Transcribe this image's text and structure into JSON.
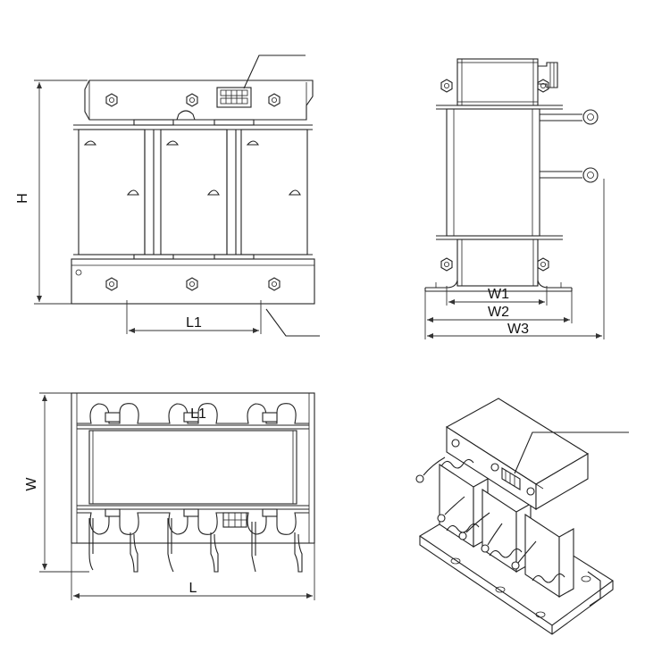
{
  "labels": {
    "H": "H",
    "L1": "L1",
    "W1": "W1",
    "W2": "W2",
    "W3": "W3",
    "W": "W",
    "L": "L"
  }
}
